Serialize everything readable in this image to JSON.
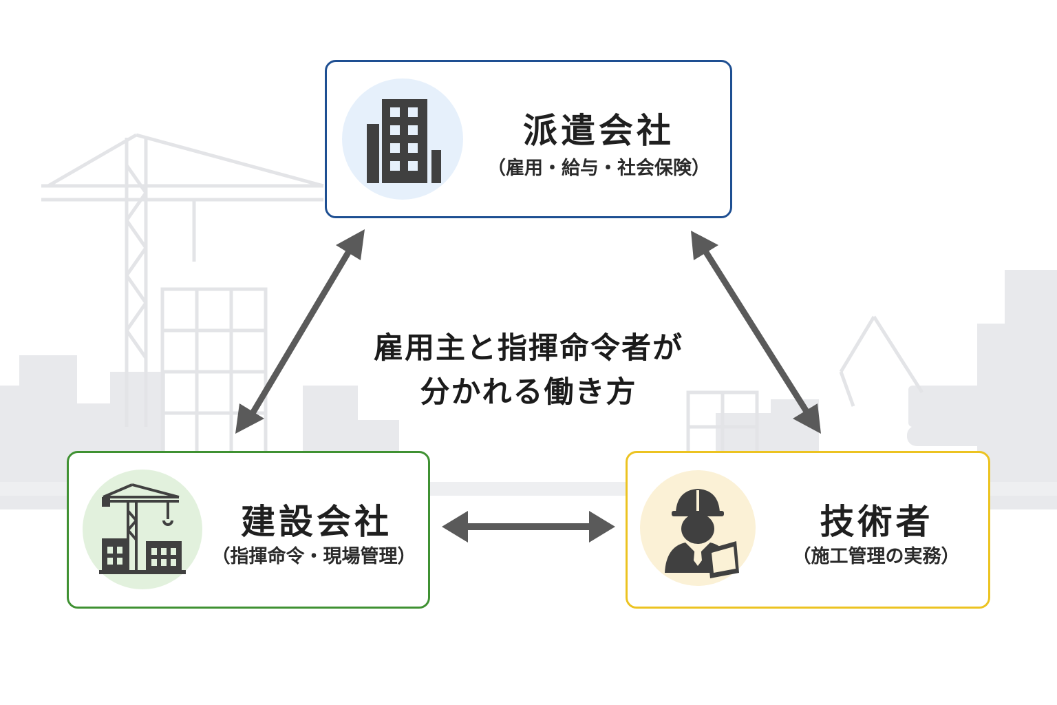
{
  "colors": {
    "dispatch_border": "#1e4f92",
    "dispatch_circle": "#e6f0fb",
    "construction_border": "#3f9132",
    "construction_circle": "#e2f1dd",
    "engineer_border": "#ecc321",
    "engineer_circle": "#fbf1d6",
    "icon": "#404040",
    "arrow": "#5a5a5a",
    "background_silhouette": "#e5e7eb"
  },
  "nodes": {
    "dispatch": {
      "title": "派遣会社",
      "subtitle": "（雇用・給与・社会保険）",
      "icon": "office-building-icon"
    },
    "construction": {
      "title": "建設会社",
      "subtitle": "（指揮命令・現場管理）",
      "icon": "crane-site-icon"
    },
    "engineer": {
      "title": "技術者",
      "subtitle": "（施工管理の実務）",
      "icon": "worker-helmet-tablet-icon"
    }
  },
  "center_label": {
    "line1": "雇用主と指揮命令者が",
    "line2": "分かれる働き方"
  },
  "edges": [
    {
      "from": "dispatch",
      "to": "construction",
      "type": "double-arrow"
    },
    {
      "from": "dispatch",
      "to": "engineer",
      "type": "double-arrow"
    },
    {
      "from": "construction",
      "to": "engineer",
      "type": "double-arrow"
    }
  ]
}
